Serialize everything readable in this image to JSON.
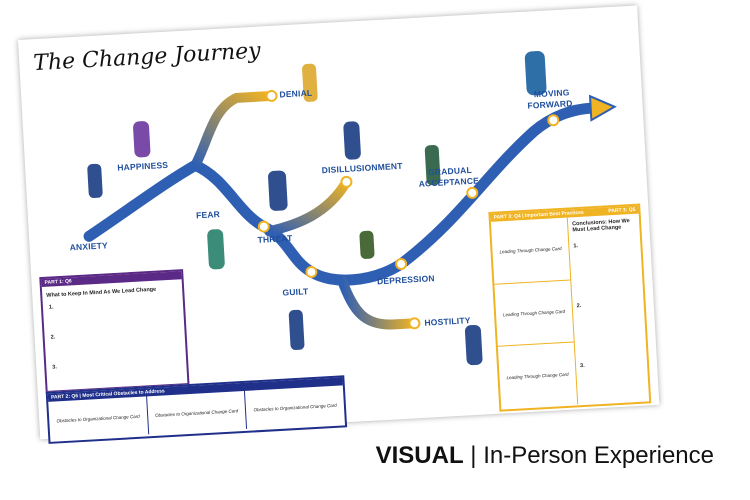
{
  "poster": {
    "title": "The Change Journey",
    "stages": [
      "ANXIETY",
      "HAPPINESS",
      "FEAR",
      "DENIAL",
      "THREAT",
      "DISILLUSIONMENT",
      "GUILT",
      "DEPRESSION",
      "HOSTILITY",
      "GRADUAL",
      "ACCEPTANCE",
      "MOVING",
      "FORWARD"
    ],
    "part1": {
      "header": "PART 1: Q6",
      "question": "What to Keep In Mind As We Lead Change",
      "items": [
        "1.",
        "2.",
        "3."
      ]
    },
    "part2": {
      "header": "PART 2: Q6 | Most Critical Obstacles to Address",
      "cards": [
        "Obstacles to Organizational Change Card",
        "Obstacles to Organizational Change Card",
        "Obstacles to Organizational Change Card"
      ]
    },
    "part3": {
      "header": "PART 3: Q4 | Important Best Practices",
      "header2": "PART 3: Q5",
      "cards": [
        "Leading Through Change Card",
        "Leading Through Change Card",
        "Leading Through Change Card"
      ],
      "conclusion": "Conclusions: How We Must Lead Change",
      "items": [
        "1.",
        "2.",
        "3."
      ]
    }
  },
  "caption": {
    "bold": "VISUAL",
    "rest": "| In-Person Experience"
  },
  "colors": {
    "road": "#2f5fb3",
    "gold": "#f0b323",
    "purple": "#5b2a86",
    "navy": "#1f2f8a"
  }
}
